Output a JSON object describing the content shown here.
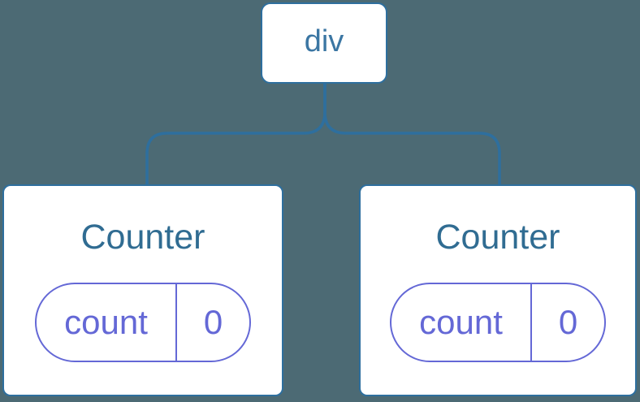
{
  "colors": {
    "background": "#4C6A74",
    "stroke_blue": "#2E6F9E",
    "root_label_text": "#3B76A3",
    "component_title_text": "#306C92",
    "state_purple": "#6468D6",
    "card_fill": "#FFFFFF"
  },
  "diagram": {
    "root": {
      "label": "div"
    },
    "children": [
      {
        "title": "Counter",
        "state": {
          "key": "count",
          "value": "0"
        }
      },
      {
        "title": "Counter",
        "state": {
          "key": "count",
          "value": "0"
        }
      }
    ]
  }
}
